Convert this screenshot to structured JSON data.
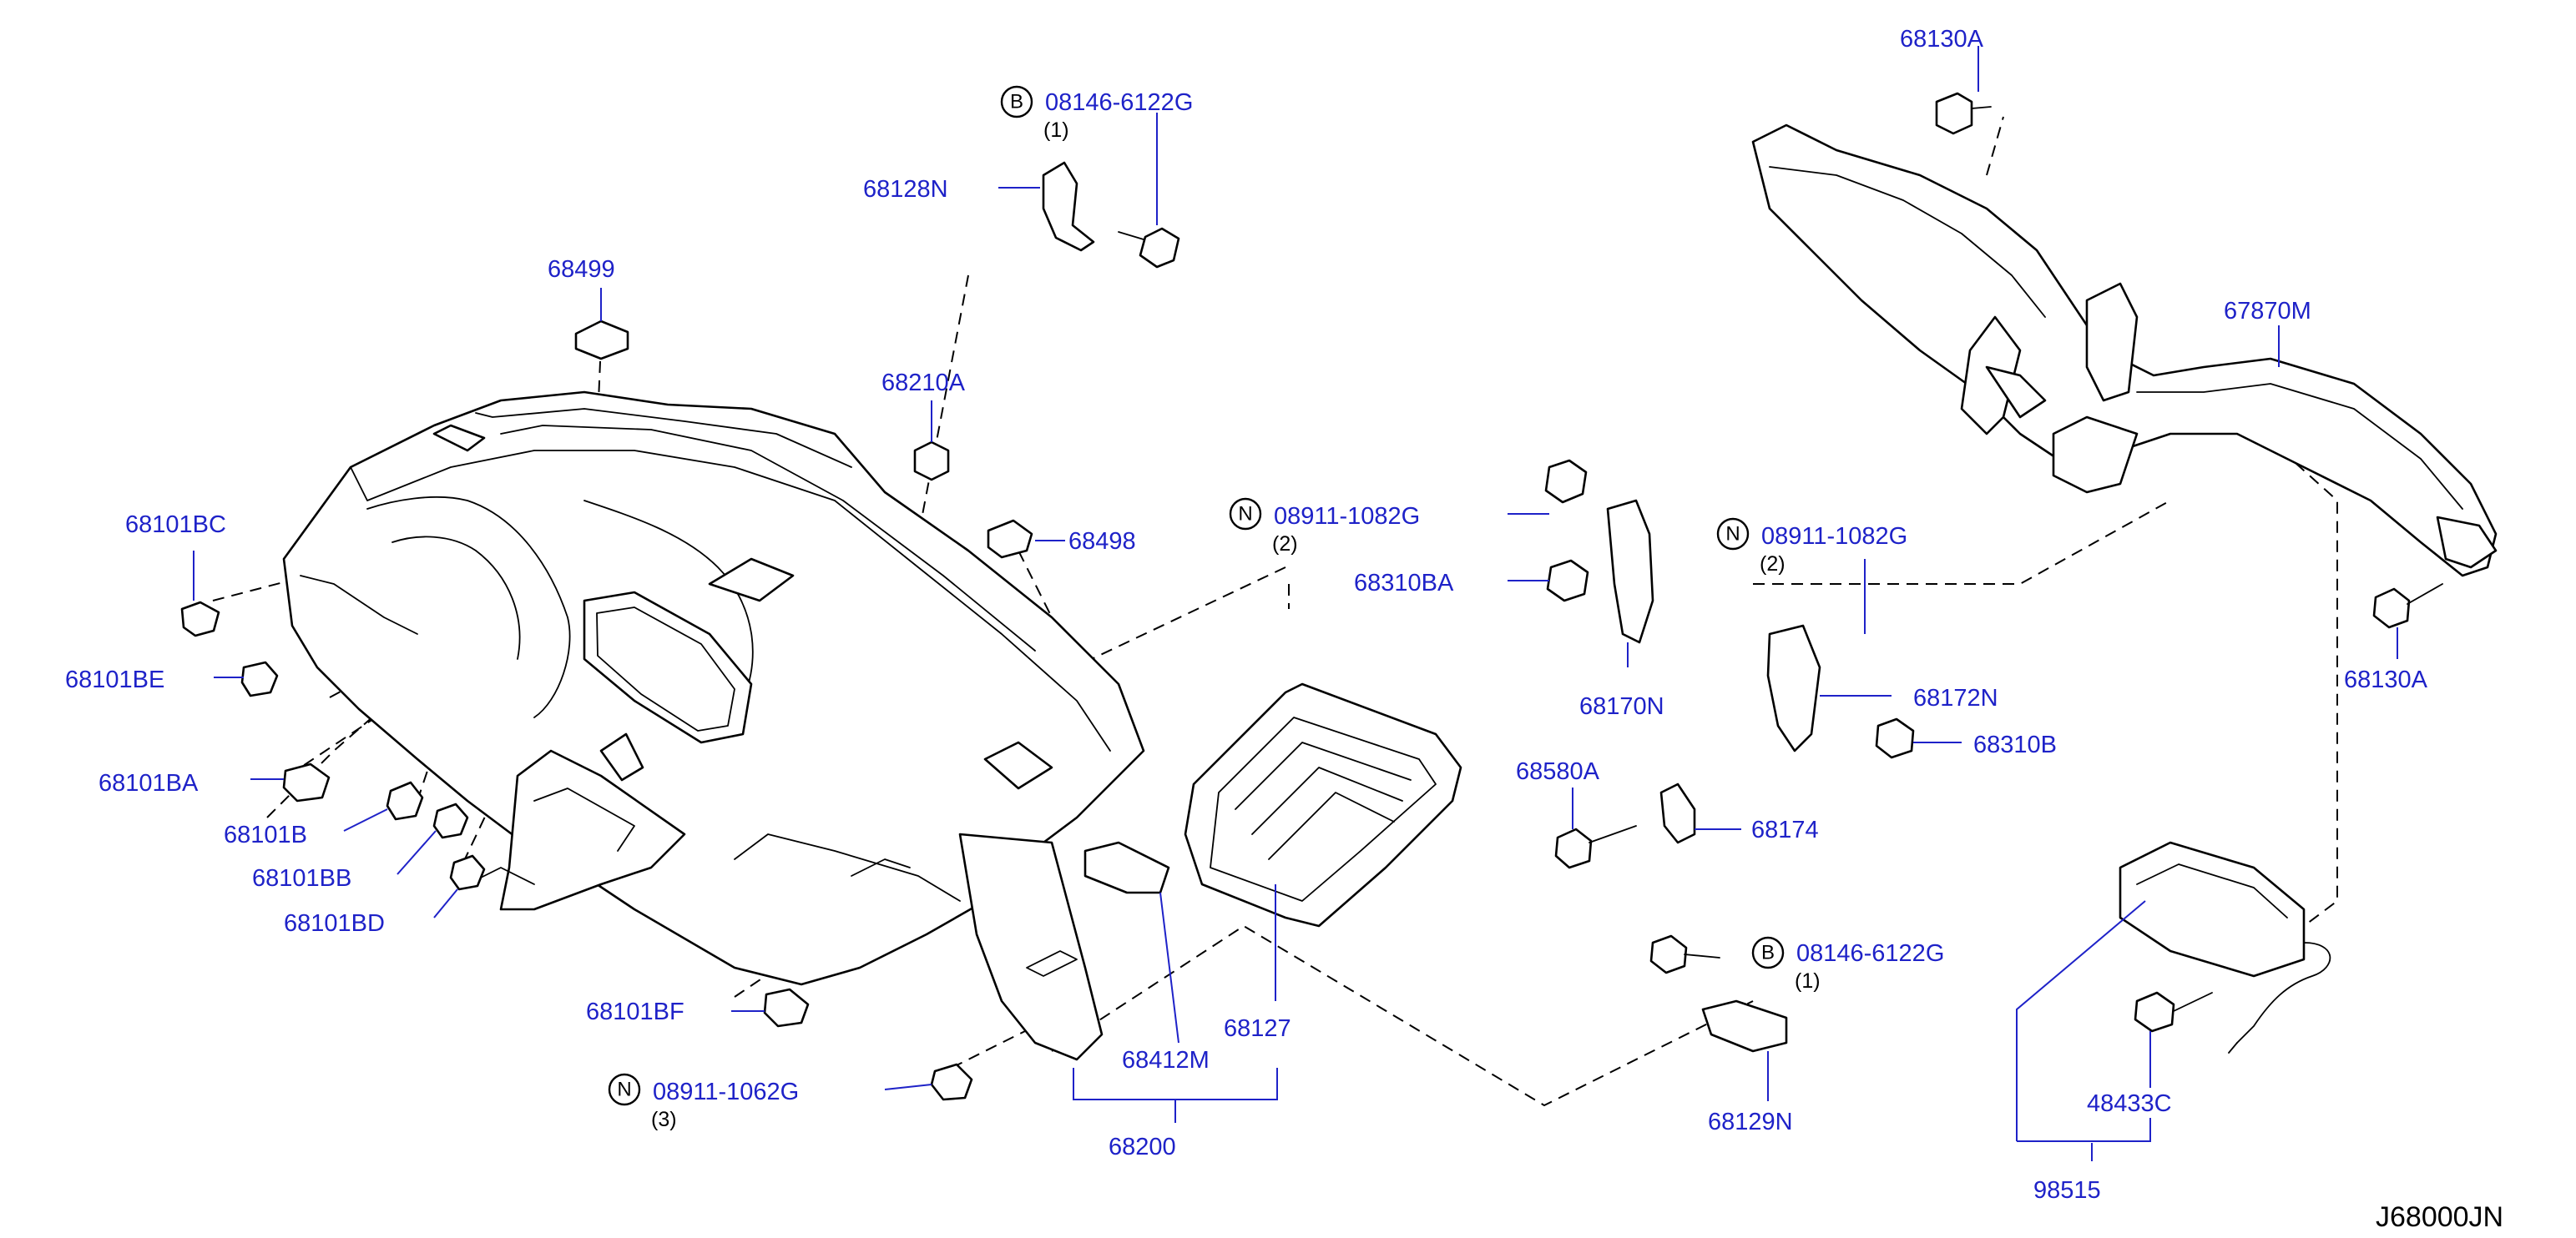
{
  "diagram": {
    "reference_code": "J68000JN",
    "labels": {
      "p68130A_top": "68130A",
      "p08146_top": "08146-6122G",
      "p08146_top_qty": "(1)",
      "p68128N": "68128N",
      "p68499": "68499",
      "p68210A": "68210A",
      "p68498": "68498",
      "p08911_1082G_a": "08911-1082G",
      "p08911_1082G_a_qty": "(2)",
      "p68310BA": "68310BA",
      "p68170N": "68170N",
      "p08911_1082G_b": "08911-1082G",
      "p08911_1082G_b_qty": "(2)",
      "p68172N": "68172N",
      "p68310B": "68310B",
      "p67870M": "67870M",
      "p68130A_right": "68130A",
      "p68101BC": "68101BC",
      "p68101BE": "68101BE",
      "p68101BA": "68101BA",
      "p68101B": "68101B",
      "p68101BB": "68101BB",
      "p68101BD": "68101BD",
      "p68101BF": "68101BF",
      "p08911_1062G": "08911-1062G",
      "p08911_1062G_qty": "(3)",
      "p68412M": "68412M",
      "p68127": "68127",
      "p68200": "68200",
      "p68580A": "68580A",
      "p68174": "68174",
      "p08146_bot": "08146-6122G",
      "p08146_bot_qty": "(1)",
      "p68129N": "68129N",
      "p48433C": "48433C",
      "p98515": "98515"
    },
    "symbols": {
      "bolt": "B",
      "nut": "N"
    }
  }
}
